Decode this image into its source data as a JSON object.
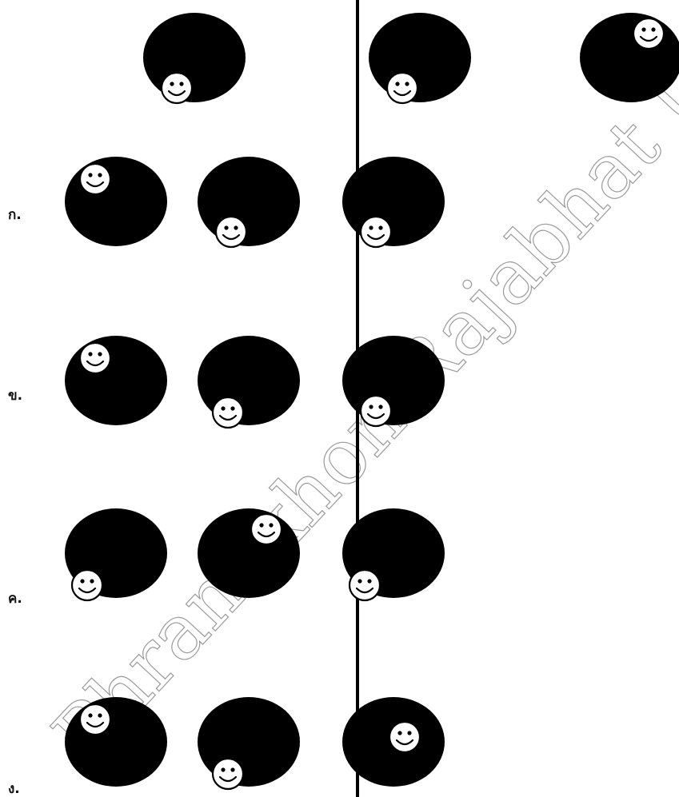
{
  "colors": {
    "ball": "#000000",
    "face_fill": "#ffffff",
    "face_stroke": "#000000",
    "divider": "#000000",
    "watermark": "#9a9a9a"
  },
  "watermark": {
    "text": "Phranakhon Rajabhat University"
  },
  "puzzle": {
    "option_labels": [
      "ก.",
      "ข.",
      "ค.",
      "ง."
    ]
  },
  "rows": [
    {
      "name": "question",
      "items": [
        {
          "face": "bottom-center"
        },
        {
          "face": "bottom-center"
        },
        {
          "face": "top-right"
        }
      ]
    },
    {
      "name": "option-ko",
      "label_index": 0,
      "items": [
        {
          "face": "top-left"
        },
        {
          "face": "bottom-center"
        },
        {
          "face": "bottom-center"
        }
      ]
    },
    {
      "name": "option-kho",
      "label_index": 1,
      "items": [
        {
          "face": "top-left"
        },
        {
          "face": "bottom-left"
        },
        {
          "face": "bottom-center"
        }
      ]
    },
    {
      "name": "option-kho-khwai",
      "label_index": 2,
      "items": [
        {
          "face": "bottom-left"
        },
        {
          "face": "top-right"
        },
        {
          "face": "bottom-left"
        }
      ]
    },
    {
      "name": "option-ngo",
      "label_index": 3,
      "items": [
        {
          "face": "top-left"
        },
        {
          "face": "bottom-left"
        },
        {
          "face": "center"
        }
      ]
    }
  ]
}
